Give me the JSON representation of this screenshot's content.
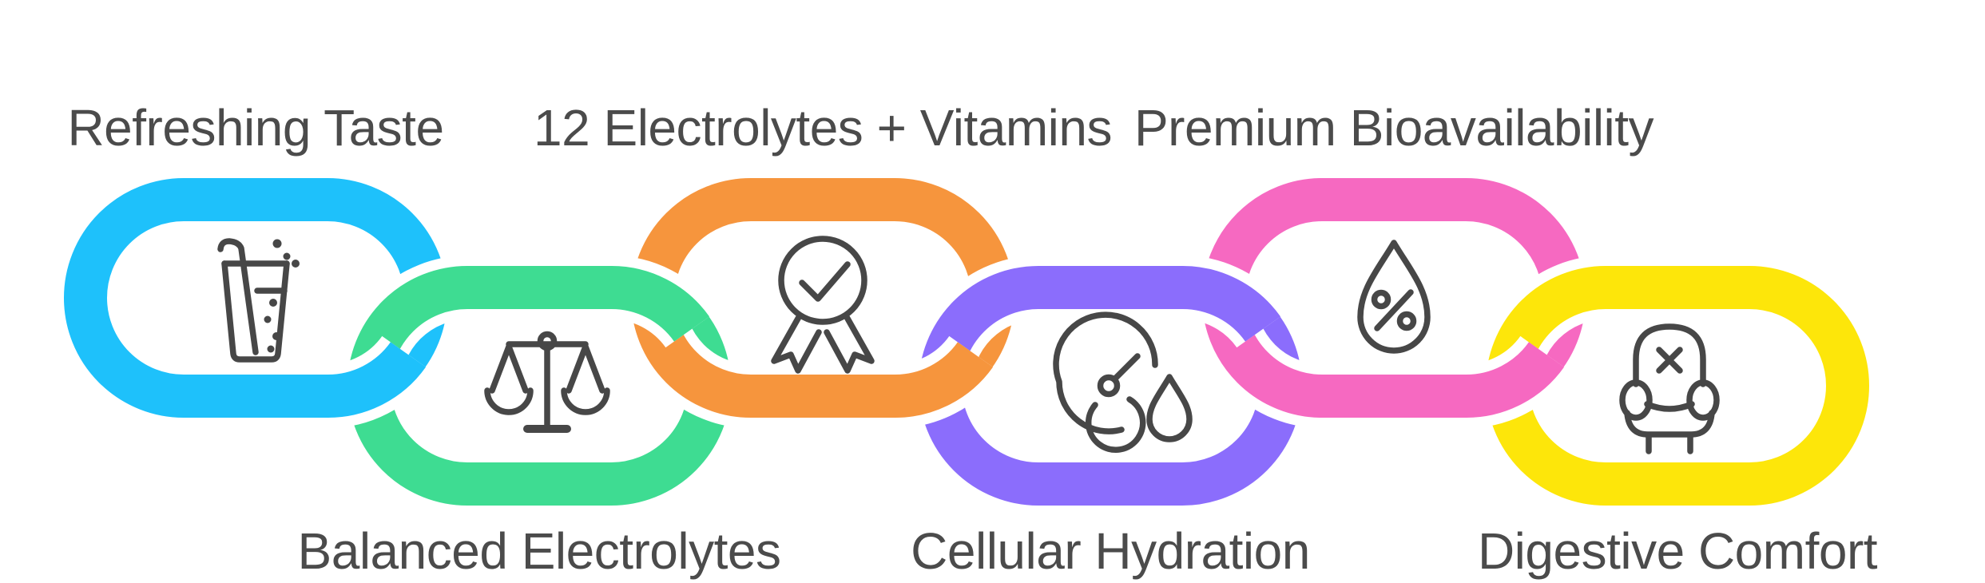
{
  "background_color": "#ffffff",
  "text_color": "#4b4b4b",
  "icon_stroke": "#474747",
  "links": [
    {
      "label": "Refreshing Taste",
      "label_position": "top",
      "color": "#1ec1fb",
      "icon": "drink-glass-icon"
    },
    {
      "label": "Balanced Electrolytes",
      "label_position": "bottom",
      "color": "#3edc92",
      "icon": "balance-scale-icon"
    },
    {
      "label": "12 Electrolytes + Vitamins",
      "label_position": "top",
      "color": "#f6953d",
      "icon": "award-medal-icon"
    },
    {
      "label": "Cellular Hydration",
      "label_position": "bottom",
      "color": "#8b6dfc",
      "icon": "gauge-droplet-icon"
    },
    {
      "label": "Premium Bioavailability",
      "label_position": "top",
      "color": "#f669c1",
      "icon": "droplet-percent-icon"
    },
    {
      "label": "Digestive Comfort",
      "label_position": "bottom",
      "color": "#fde60a",
      "icon": "armchair-icon"
    }
  ]
}
